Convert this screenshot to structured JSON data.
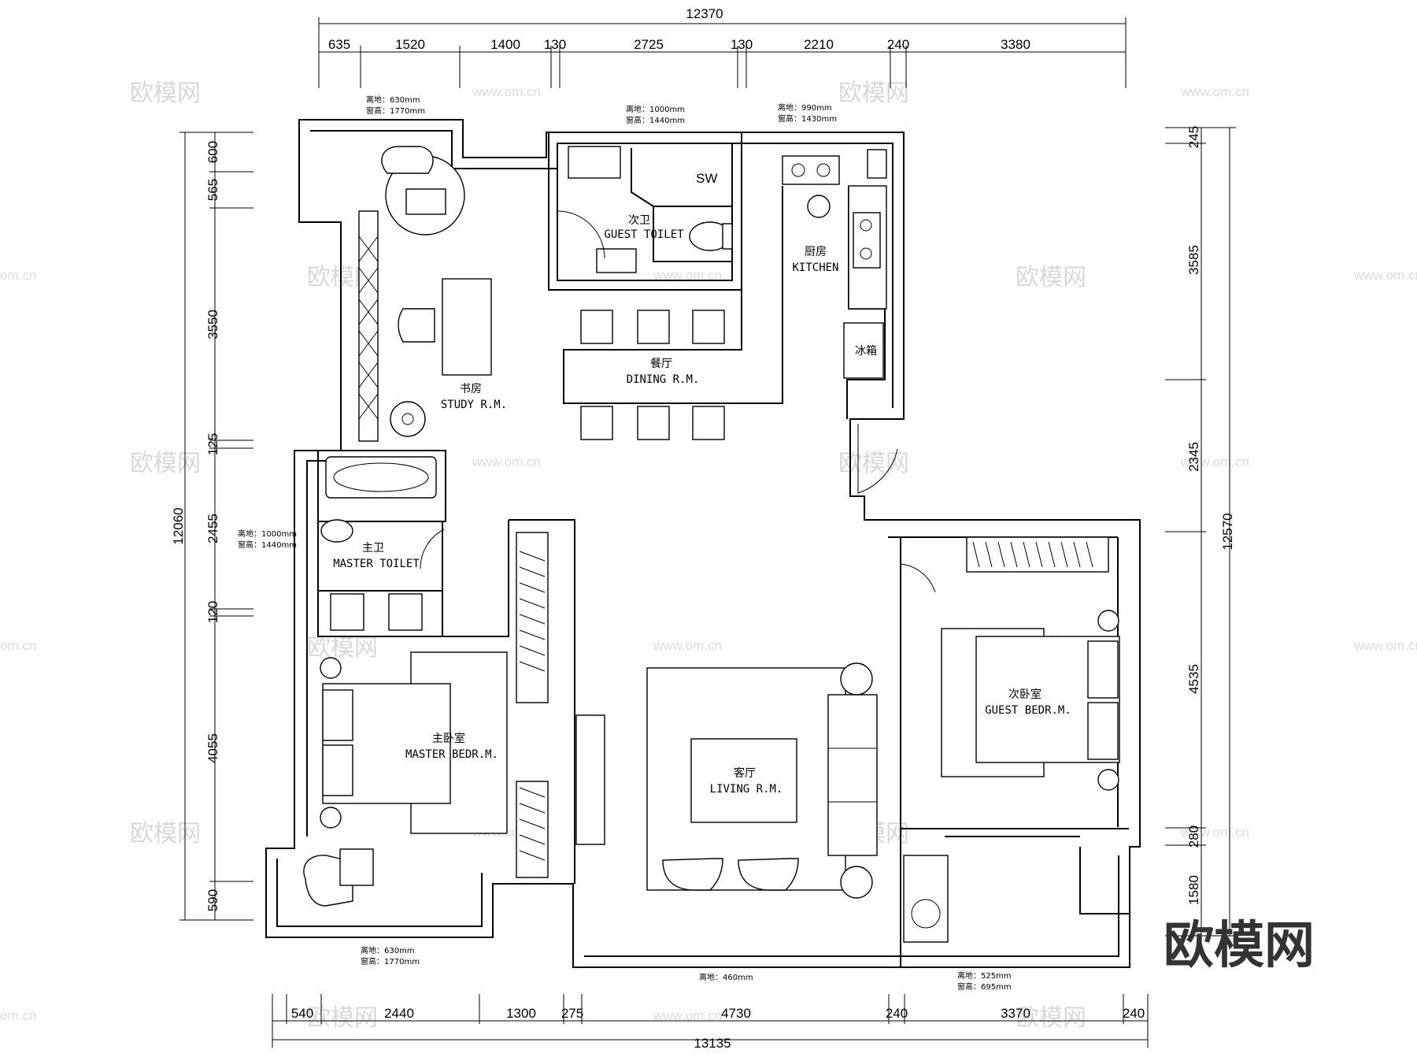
{
  "dimensions": {
    "top_total": "12370",
    "top_segments": [
      "635",
      "1520",
      "1400",
      "130",
      "2725",
      "130",
      "2210",
      "240",
      "3380"
    ],
    "bottom_total": "13135",
    "bottom_segments": [
      "540",
      "2440",
      "1300",
      "275",
      "4730",
      "240",
      "3370",
      "240"
    ],
    "left_total": "12060",
    "left_segments": [
      "600",
      "565",
      "3550",
      "125",
      "2455",
      "120",
      "4055",
      "590"
    ],
    "right_total": "12570",
    "right_segments": [
      "245",
      "3585",
      "2345",
      "4535",
      "280",
      "1580"
    ]
  },
  "rooms": {
    "guest_toilet": {
      "cn": "次卫",
      "en": "GUEST TOILET"
    },
    "kitchen": {
      "cn": "厨房",
      "en": "KITCHEN"
    },
    "fridge": "冰箱",
    "dining": {
      "cn": "餐厅",
      "en": "DINING R.M."
    },
    "study": {
      "cn": "书房",
      "en": "STUDY R.M."
    },
    "master_toilet": {
      "cn": "主卫",
      "en": "MASTER TOILET"
    },
    "master_bedroom": {
      "cn": "主卧室",
      "en": "MASTER BEDR.M."
    },
    "living": {
      "cn": "客厅",
      "en": "LIVING R.M."
    },
    "guest_bedroom": {
      "cn": "次卧室",
      "en": "GUEST BEDR.M."
    },
    "sw": "SW"
  },
  "window_notes": {
    "study_sill": "离地：630mm",
    "study_height": "窗高：1770mm",
    "toilet_sill": "离地：1000mm",
    "toilet_height": "窗高：1440mm",
    "kitchen_sill": "离地：990mm",
    "kitchen_height": "窗高：1430mm",
    "master_toilet_sill": "离地：1000mm",
    "master_toilet_height": "窗高：1440mm",
    "master_bed_sill": "离地：630mm",
    "master_bed_height": "窗高：1770mm",
    "living_sill": "离地：460mm",
    "guest_bed_sill": "离地：525mm",
    "guest_bed_height": "窗高：695mm"
  },
  "watermark": {
    "brand": "欧模网",
    "url": "www.om.cn",
    "url_short": "om.cn"
  }
}
